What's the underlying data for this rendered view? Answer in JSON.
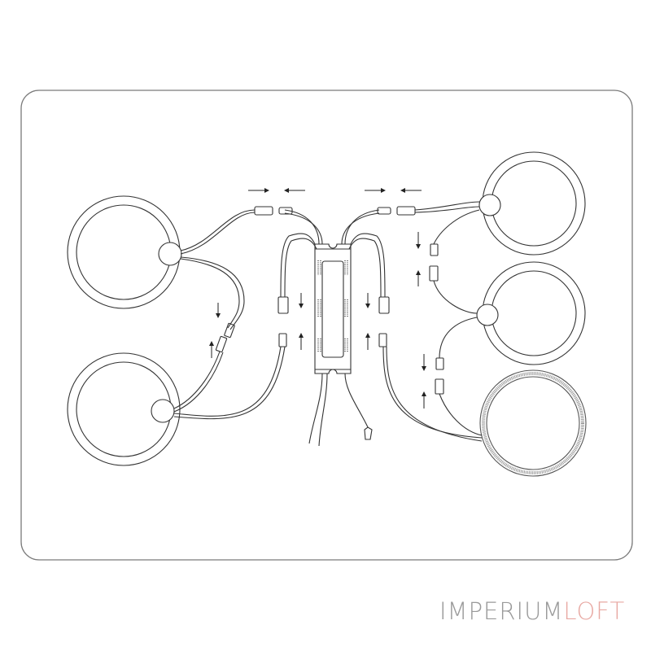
{
  "brand": {
    "part1": "IMPERIUM",
    "part2": "LOFT",
    "color_part1": "#9a9a9a",
    "color_part2": "#e8a9a3"
  },
  "diagram": {
    "frame_color": "#7a7a7a",
    "line_color": "#333333",
    "components": {
      "driver": "power-driver-box",
      "rings": [
        {
          "id": "ring-left-top",
          "type": "flat-ring"
        },
        {
          "id": "ring-left-bottom",
          "type": "flat-ring"
        },
        {
          "id": "ring-right-top",
          "type": "flat-ring"
        },
        {
          "id": "ring-right-middle",
          "type": "flat-ring"
        },
        {
          "id": "ring-right-bottom",
          "type": "textured-ring"
        }
      ],
      "arrows": [
        "arrow-right",
        "arrow-left",
        "arrow-right",
        "arrow-left",
        "arrow-down",
        "arrow-up",
        "arrow-down",
        "arrow-up",
        "arrow-down",
        "arrow-up",
        "arrow-down",
        "arrow-up",
        "arrow-down",
        "arrow-up"
      ]
    }
  }
}
